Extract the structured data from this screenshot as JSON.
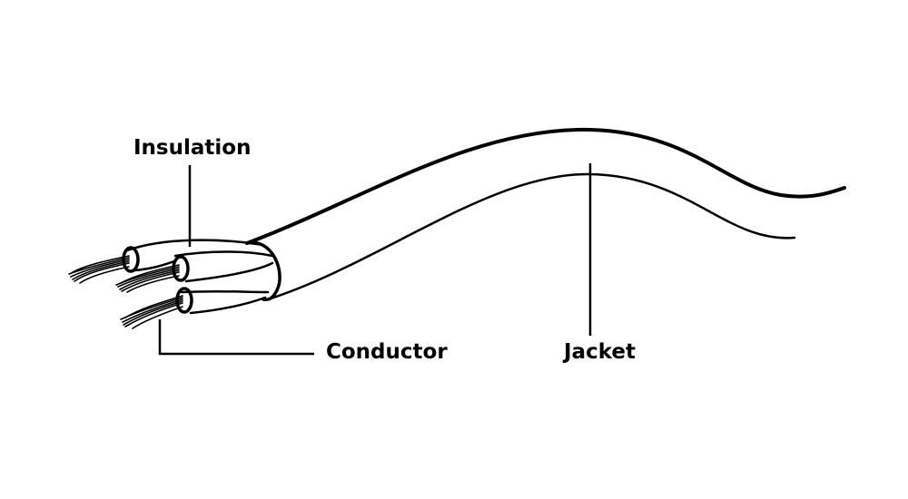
{
  "labels": {
    "insulation": "Insulation",
    "conductor": "Conductor",
    "jacket": "Jacket"
  },
  "colors": {
    "line": "#000000",
    "background": "#ffffff"
  }
}
